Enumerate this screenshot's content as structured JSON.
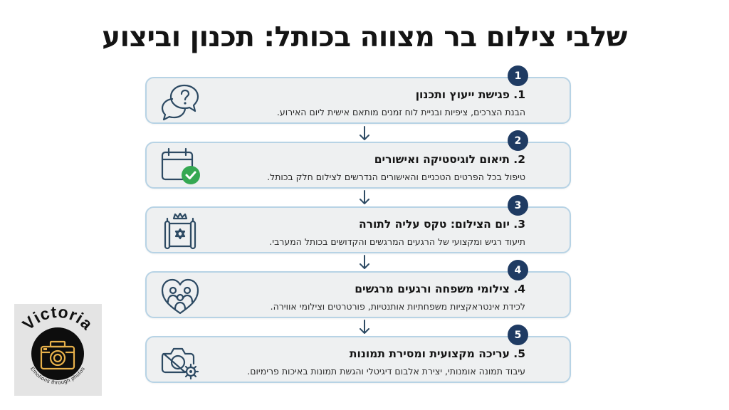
{
  "title": "שלבי צילום בר מצווה בכותל: תכנון וביצוע",
  "steps": [
    {
      "number": "1",
      "title": "1. פגישת ייעוץ ותכנון",
      "description": "הבנת הצרכים, ציפיות ובניית לוח זמנים מותאם אישית ליום האירוע.",
      "icon": "question-chat-icon"
    },
    {
      "number": "2",
      "title": "2. תיאום לוגיסטיקה ואישורים",
      "description": "טיפול בכל הפרטים הטכניים והאישורים הנדרשים לצילום חלק בכותל.",
      "icon": "calendar-check-icon"
    },
    {
      "number": "3",
      "title": "3. יום הצילום: טקס עליה לתורה",
      "description": "תיעוד רגיש ומקצועי של הרגעים המרגשים והקדושים בכותל המערבי.",
      "icon": "torah-scroll-icon"
    },
    {
      "number": "4",
      "title": "4. צילומי משפחה ורגעים מרגשים",
      "description": "לכידת אינטראקציות משפחתיות אותנטיות, פורטרטים וצילומי אווירה.",
      "icon": "family-heart-icon"
    },
    {
      "number": "5",
      "title": "5. עריכה מקצועית ומסירת תמונות",
      "description": "עיבוד תמונה אומנותי, יצירת אלבום דיגיטלי והגשת תמונות באיכות פרימיום.",
      "icon": "camera-gear-icon"
    }
  ],
  "logo": {
    "name": "Victoria",
    "tagline": "Emotions through photos"
  },
  "colors": {
    "badge": "#1f3b63",
    "card_border": "#b7d3e5",
    "card_fill": "#eef0f1",
    "icon_stroke": "#2d4a63",
    "check_green": "#35a852",
    "logo_gold": "#e7b04a"
  }
}
